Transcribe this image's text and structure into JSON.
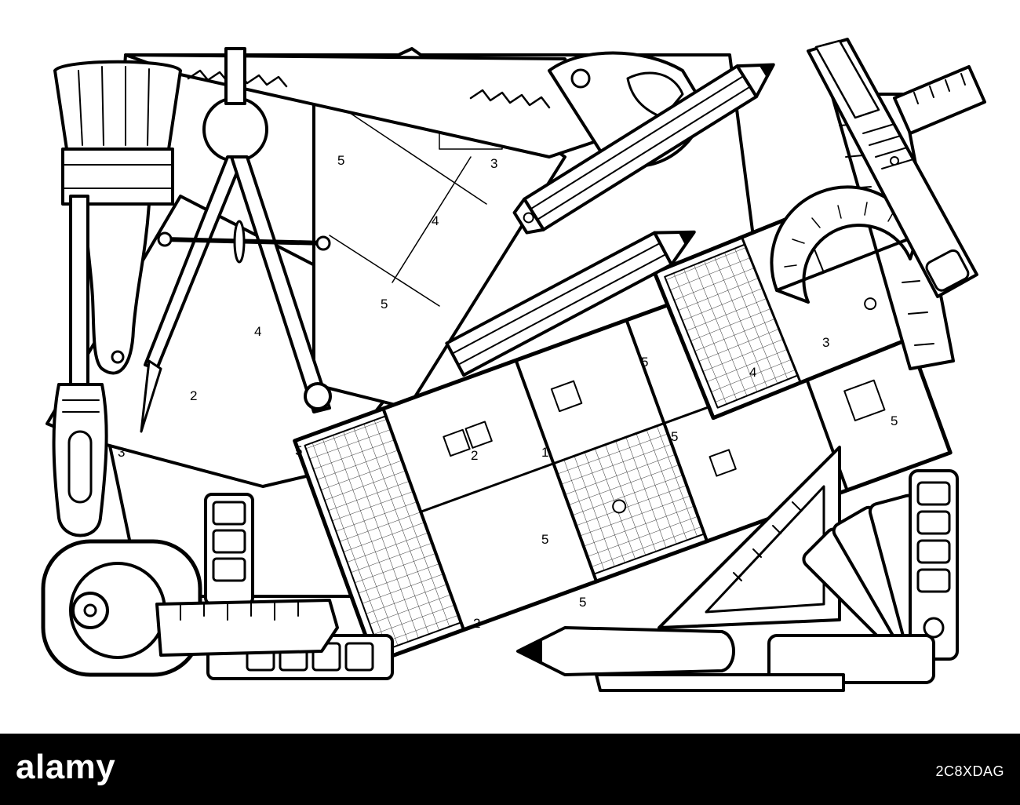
{
  "watermark": {
    "brand": "alamy",
    "image_code": "2C8XDAG"
  },
  "illustration": {
    "style": "black-and-white line art",
    "ink_color": "#000000",
    "paper_color": "#ffffff",
    "room_numbers": [
      "5",
      "3",
      "4",
      "1",
      "2"
    ],
    "tools": [
      "paint-brush",
      "screwdriver",
      "drafting-compass",
      "hand-saw",
      "pencil",
      "utility-knife",
      "protractor",
      "ruler",
      "triangle-ruler",
      "tape-measure",
      "color-swatch-fan",
      "floor-plan-sheets"
    ]
  }
}
